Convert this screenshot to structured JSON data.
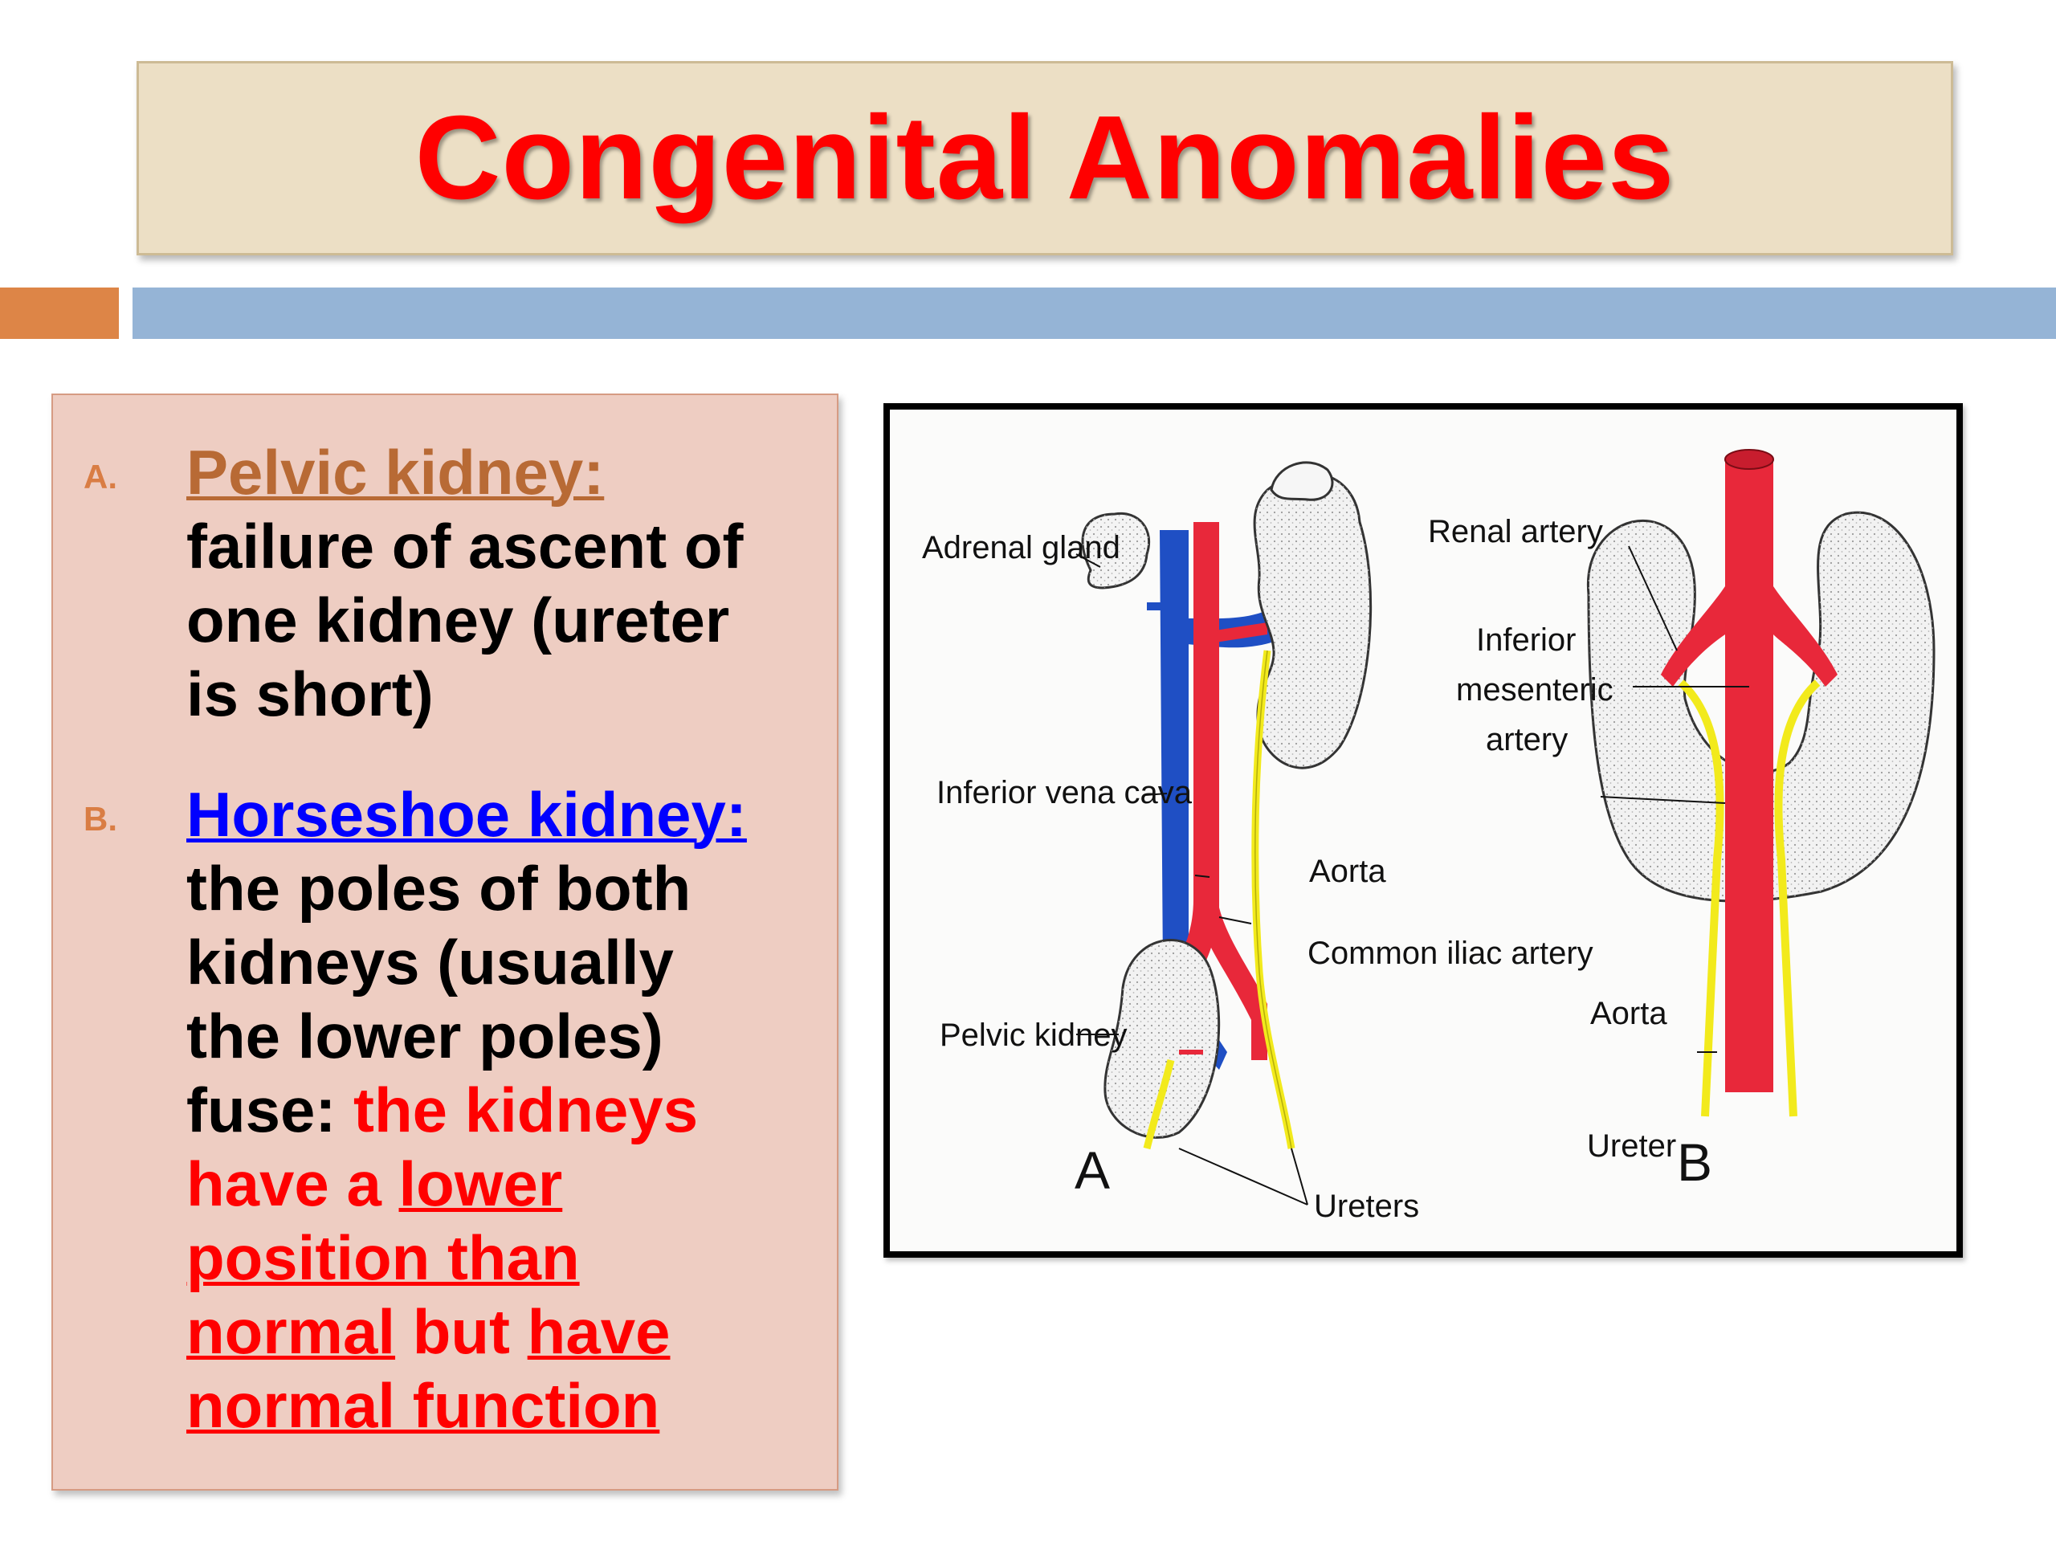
{
  "slide": {
    "title": "Congenital Anomalies"
  },
  "items": [
    {
      "marker": "A.",
      "heading": "Pelvic kidney:",
      "lines": [
        "failure of ascent of",
        "one kidney (ureter",
        "is short)"
      ]
    },
    {
      "marker": "B.",
      "heading": "Horseshoe kidney:",
      "line1": "the poles of both",
      "line2": "kidneys (usually",
      "line3a": "the ",
      "line3b": "lower poles)",
      "line4a": "fuse: ",
      "line4b": "the kidneys",
      "line5a": "have a ",
      "line5b": "lower",
      "line6": "position than",
      "line7a": "normal",
      "line7b": " but ",
      "line7c": "have",
      "line8": "normal function"
    }
  ],
  "diagram": {
    "labels": {
      "adrenal_gland": "Adrenal gland",
      "inferior_vena_cava": "Inferior vena cava",
      "aorta_a": "Aorta",
      "common_iliac_artery": "Common iliac artery",
      "pelvic_kidney": "Pelvic kidney",
      "ureters": "Ureters",
      "panel_a": "A",
      "renal_artery": "Renal artery",
      "inferior_mesenteric_1": "Inferior",
      "inferior_mesenteric_2": "mesenteric",
      "inferior_mesenteric_3": "artery",
      "aorta_b": "Aorta",
      "ureter": "Ureter",
      "panel_b": "B"
    },
    "colors": {
      "artery": "#e8283a",
      "vein": "#1f4fc4",
      "ureter": "#f2ea1c",
      "kidney": "#f2f2f2"
    }
  }
}
